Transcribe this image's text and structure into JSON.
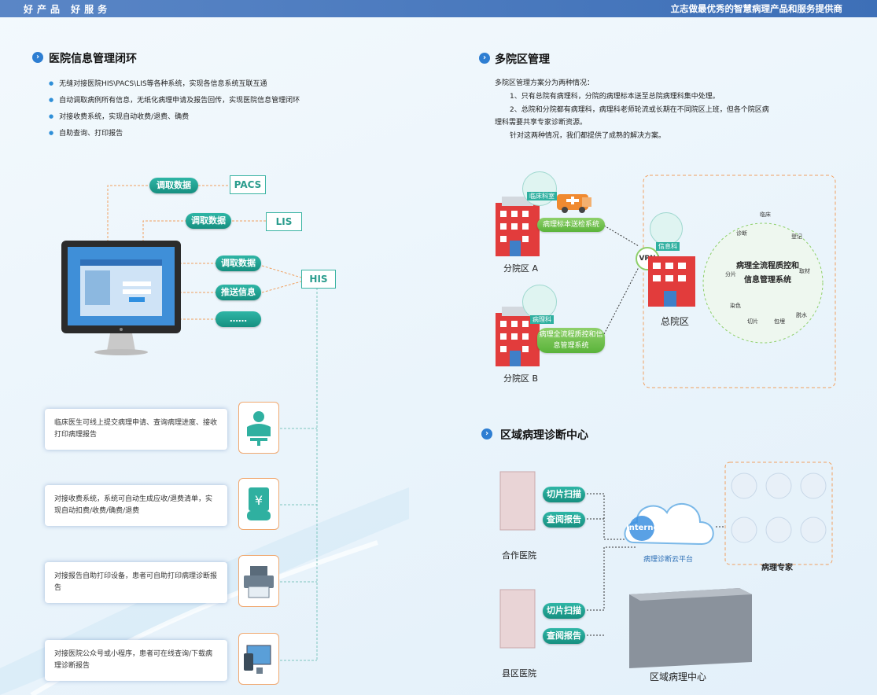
{
  "header": {
    "left": "好产品 好服务",
    "right": "立志做最优秀的智慧病理产品和服务提供商"
  },
  "left": {
    "title": "医院信息管理闭环",
    "bullets": [
      "无缝对接医院HIS\\PACS\\LIS等各种系统，实现各信息系统互联互通",
      "自动调取病例所有信息，无纸化病理申请及报告回传，实现医院信息管理闭环",
      "对接收费系统，实现自动收费/退费、确费",
      "自助查询、打印报告"
    ],
    "pills": {
      "p1": "调取数据",
      "p2": "调取数据",
      "p3": "调取数据",
      "p4": "推送信息",
      "p5": "……"
    },
    "tags": {
      "pacs": "PACS",
      "lis": "LIS",
      "his": "HIS"
    },
    "cards": [
      "临床医生可线上提交病理申请、查询病理进度、接收打印病理报告",
      "对接收费系统，系统可自动生成应收/退费清单，实现自动扣费/收费/确费/退费",
      "对接报告自助打印设备，患者可自助打印病理诊断报告",
      "对接医院公众号或小程序，患者可在线查询/下载病理诊断报告"
    ]
  },
  "multi": {
    "title": "多院区管理",
    "p1": "多院区管理方案分为两种情况：",
    "p2": "1、只有总院有病理科，分院的病理标本送至总院病理科集中处理。",
    "p3a": "2、总院和分院都有病理科，病理科老师轮流或长期在不同院区上班，但各个院区病",
    "p3b": "理科需要共享专家诊断资源。",
    "p4": "针对这两种情况，我们都提供了成熟的解决方案。",
    "branchA": "分院区 A",
    "branchB": "分院区 B",
    "main": "总院区",
    "deptA": "临床科室",
    "deptB": "病理科",
    "deptMain": "信息科",
    "sysA": "病理标本送检系统",
    "sysB": "病理全流程质控和信息管理系统",
    "vpn": "VPN",
    "ring_title": "病理全流程质控和信息管理系统",
    "ring": [
      "临床",
      "登记",
      "取材",
      "脱水",
      "包埋",
      "切片",
      "染色",
      "分片",
      "诊断"
    ]
  },
  "regional": {
    "title": "区域病理诊断中心",
    "h1": "合作医院",
    "h2": "县区医院",
    "scan": "切片扫描",
    "review": "查阅报告",
    "internet": "Internet",
    "cloud": "病理诊断云平台",
    "experts": "病理专家",
    "center": "区域病理中心"
  }
}
